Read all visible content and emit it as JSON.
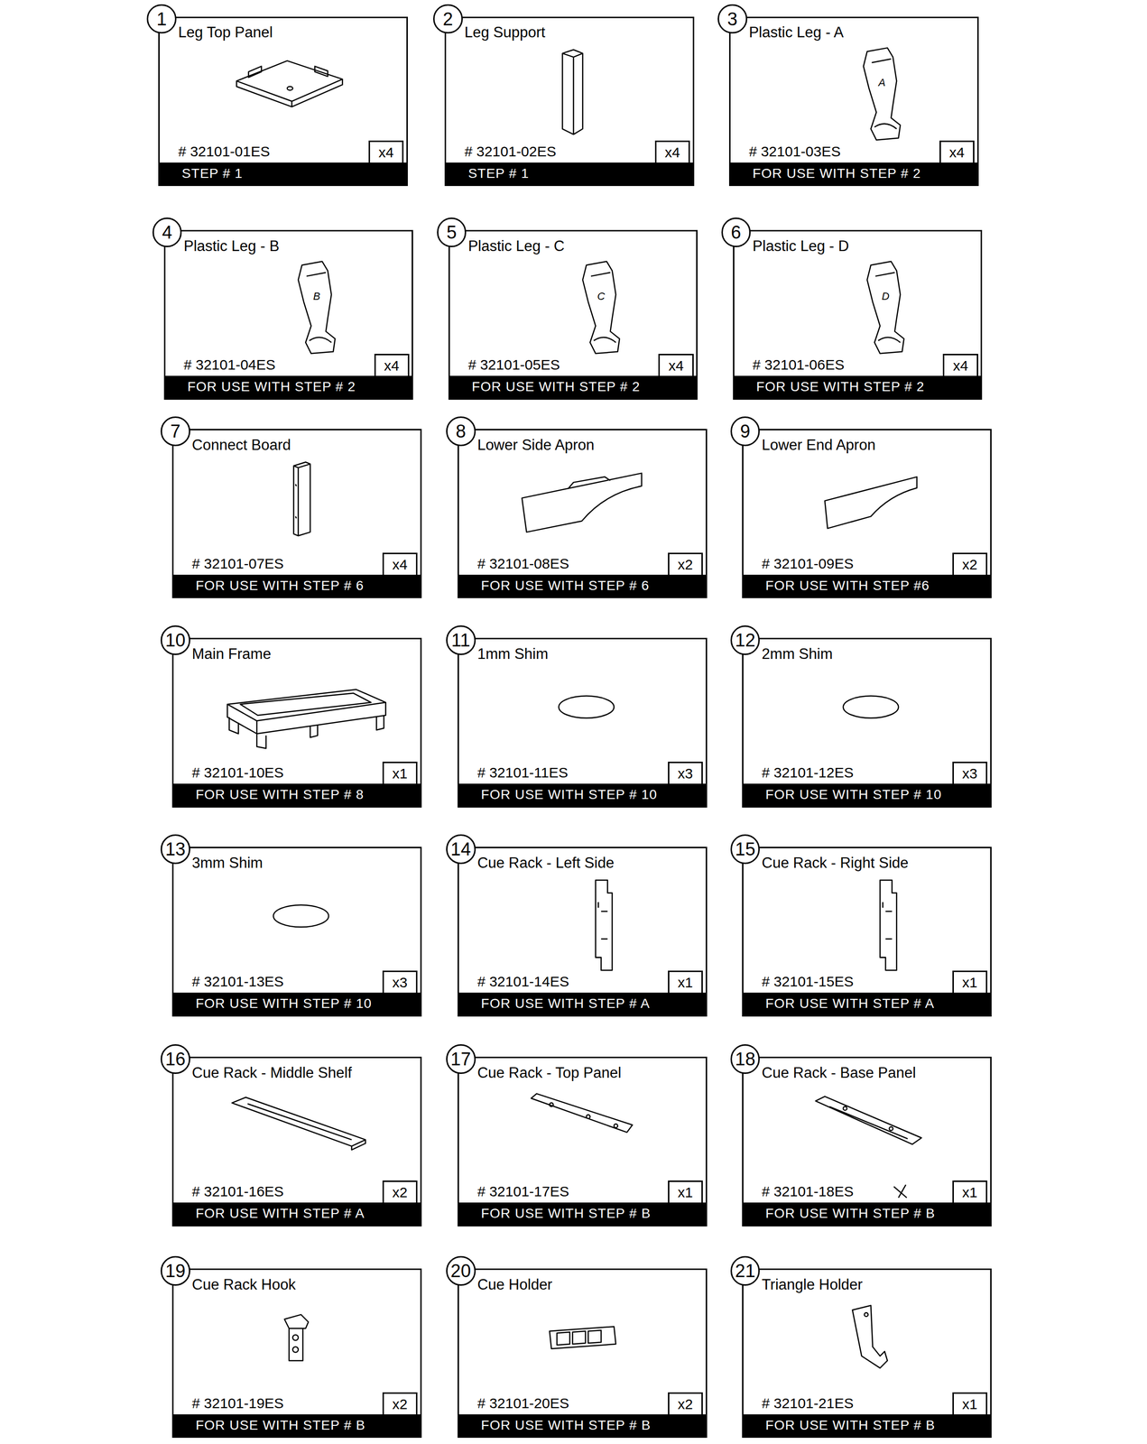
{
  "diagram": {
    "nodes": [
      {
        "text": [
          "Leg Top Panel",
          "# 32101-01ES"
        ]
      },
      {
        "text": [
          "1"
        ],
        "in": 0
      },
      {
        "text": [
          "x4"
        ],
        "in": 0
      },
      {
        "text": [
          "STEP # 1"
        ],
        "in": 0
      },
      {
        "text": [
          "Leg Support",
          "# 32101-02ES"
        ]
      },
      {
        "text": [
          "2"
        ],
        "in": 4
      },
      {
        "text": [
          "x4"
        ],
        "in": 4
      },
      {
        "text": [
          "STEP # 1"
        ],
        "in": 4
      },
      {
        "text": [
          "Plastic Leg - A",
          "# 32101-03ES"
        ]
      },
      {
        "text": [
          "3"
        ],
        "in": 8
      },
      {
        "text": [
          "x4"
        ],
        "in": 8
      },
      {
        "text": [
          "FOR USE WITH STEP # 2"
        ],
        "in": 8
      },
      {
        "text": [
          "Plastic Leg - B",
          "# 32101-04ES"
        ]
      },
      {
        "text": [
          "4"
        ],
        "in": 12
      },
      {
        "text": [
          "x4"
        ],
        "in": 12
      },
      {
        "text": [
          "FOR USE WITH STEP # 2"
        ],
        "in": 12
      },
      {
        "text": [
          "Plastic Leg - C",
          "# 32101-05ES"
        ]
      },
      {
        "text": [
          "5"
        ],
        "in": 16
      },
      {
        "text": [
          "x4"
        ],
        "in": 16
      },
      {
        "text": [
          "FOR USE WITH STEP # 2"
        ],
        "in": 16
      },
      {
        "text": [
          "Plastic Leg - D",
          "# 32101-06ES"
        ]
      },
      {
        "text": [
          "6"
        ],
        "in": 20
      },
      {
        "text": [
          "x4"
        ],
        "in": 20
      },
      {
        "text": [
          "FOR USE WITH STEP # 2"
        ],
        "in": 20
      },
      {
        "text": [
          "Connect Board",
          "# 32101-07ES"
        ]
      },
      {
        "text": [
          "7"
        ],
        "in": 24
      },
      {
        "text": [
          "x4"
        ],
        "in": 24
      },
      {
        "text": [
          "FOR USE WITH STEP # 6"
        ],
        "in": 24
      },
      {
        "text": [
          "Lower Side Apron",
          "# 32101-08ES"
        ]
      },
      {
        "text": [
          "8"
        ],
        "in": 28
      },
      {
        "text": [
          "x2"
        ],
        "in": 28
      },
      {
        "text": [
          "FOR USE WITH STEP # 6"
        ],
        "in": 28
      },
      {
        "text": [
          "Lower End Apron",
          "# 32101-09ES"
        ]
      },
      {
        "text": [
          "9"
        ],
        "in": 32
      },
      {
        "text": [
          "x2"
        ],
        "in": 32
      },
      {
        "text": [
          "FOR USE WITH STEP #6"
        ],
        "in": 32
      },
      {
        "text": [
          "Main Frame",
          "# 32101-10ES"
        ]
      },
      {
        "text": [
          "10"
        ],
        "in": 36
      },
      {
        "text": [
          "x1"
        ],
        "in": 36
      },
      {
        "text": [
          "FOR USE WITH STEP # 8"
        ],
        "in": 36
      },
      {
        "text": [
          "1mm Shim",
          "# 32101-11ES"
        ]
      },
      {
        "text": [
          "11"
        ],
        "in": 40
      },
      {
        "text": [
          "x3"
        ],
        "in": 40
      },
      {
        "text": [
          "FOR USE WITH STEP # 10"
        ],
        "in": 40
      },
      {
        "text": [
          "2mm Shim",
          "# 32101-12ES"
        ]
      },
      {
        "text": [
          "12"
        ],
        "in": 44
      },
      {
        "text": [
          "x3"
        ],
        "in": 44
      },
      {
        "text": [
          "FOR USE WITH STEP # 10"
        ],
        "in": 44
      },
      {
        "text": [
          "3mm Shim",
          "# 32101-13ES"
        ]
      },
      {
        "text": [
          "13"
        ],
        "in": 48
      },
      {
        "text": [
          "x3"
        ],
        "in": 48
      },
      {
        "text": [
          "FOR USE WITH STEP # 10"
        ],
        "in": 48
      },
      {
        "text": [
          "Cue Rack - Left Side",
          "# 32101-14ES"
        ]
      },
      {
        "text": [
          "14"
        ],
        "in": 52
      },
      {
        "text": [
          "x1"
        ],
        "in": 52
      },
      {
        "text": [
          "FOR USE WITH STEP # A"
        ],
        "in": 52
      },
      {
        "text": [
          "Cue Rack - Right Side",
          "# 32101-15ES"
        ]
      },
      {
        "text": [
          "15"
        ],
        "in": 56
      },
      {
        "text": [
          "x1"
        ],
        "in": 56
      },
      {
        "text": [
          "FOR USE WITH STEP # A"
        ],
        "in": 56
      },
      {
        "text": [
          "Cue Rack - Middle Shelf",
          "# 32101-16ES"
        ]
      },
      {
        "text": [
          "16"
        ],
        "in": 60
      },
      {
        "text": [
          "x2"
        ],
        "in": 60
      },
      {
        "text": [
          "FOR USE WITH STEP # A"
        ],
        "in": 60
      },
      {
        "text": [
          "Cue Rack - Top Panel",
          "# 32101-17ES"
        ]
      },
      {
        "text": [
          "17"
        ],
        "in": 64
      },
      {
        "text": [
          "x1"
        ],
        "in": 64
      },
      {
        "text": [
          "FOR USE WITH STEP # B"
        ],
        "in": 64
      },
      {
        "text": [
          "Cue Rack - Base Panel",
          "# 32101-18ES"
        ]
      },
      {
        "text": [
          "18"
        ],
        "in": 68
      },
      {
        "text": [
          "x1"
        ],
        "in": 68
      },
      {
        "text": [
          "FOR USE WITH STEP # B"
        ],
        "in": 68
      },
      {
        "text": [
          "Cue Rack Hook",
          "# 32101-19ES"
        ]
      },
      {
        "text": [
          "19"
        ],
        "in": 72
      },
      {
        "text": [
          "x2"
        ],
        "in": 72
      },
      {
        "text": [
          "FOR USE WITH STEP # B"
        ],
        "in": 72
      },
      {
        "text": [
          "Cue Holder",
          "# 32101-20ES"
        ]
      },
      {
        "text": [
          "20"
        ],
        "in": 76
      },
      {
        "text": [
          "x2"
        ],
        "in": 76
      },
      {
        "text": [
          "FOR USE WITH STEP # B"
        ],
        "in": 76
      },
      {
        "text": [
          "Triangle Holder",
          "# 32101-21ES"
        ]
      },
      {
        "text": [
          "21"
        ],
        "in": 80
      },
      {
        "text": [
          "x1"
        ],
        "in": 80
      },
      {
        "text": [
          "FOR USE WITH STEP # B"
        ],
        "in": 80
      }
    ],
    "labels": [
      "A",
      "B",
      "C",
      "D"
    ]
  }
}
